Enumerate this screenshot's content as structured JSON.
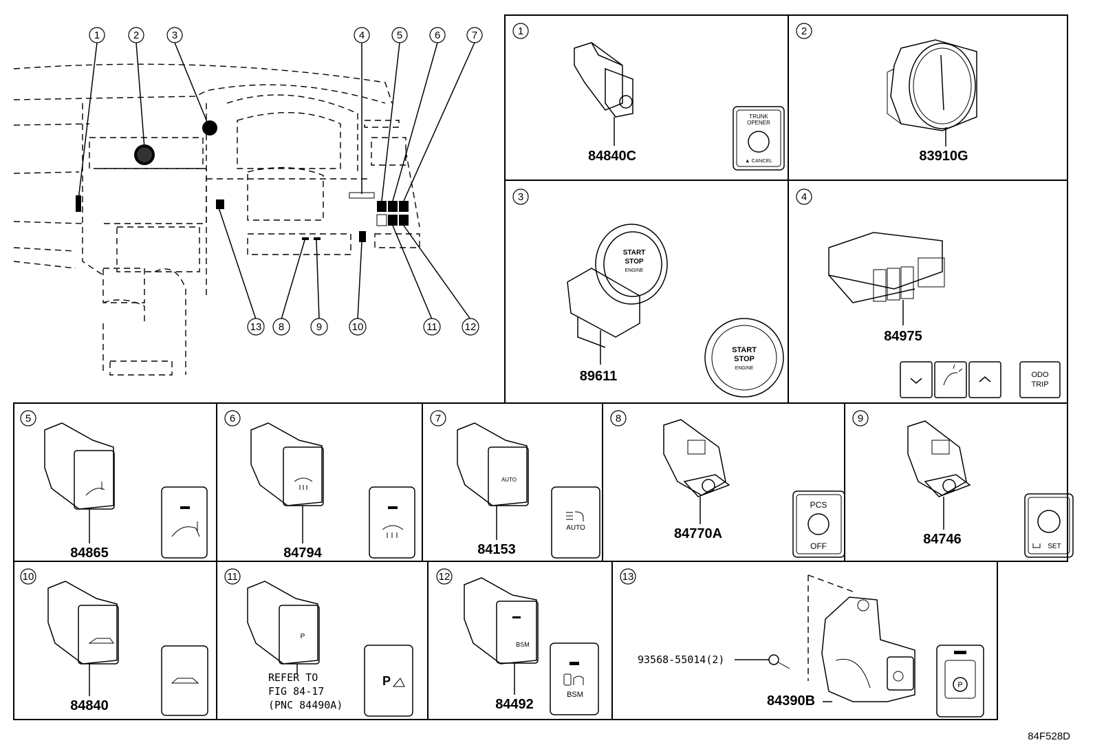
{
  "overview": {
    "callouts": [
      "1",
      "2",
      "3",
      "4",
      "5",
      "6",
      "7",
      "8",
      "9",
      "10",
      "11",
      "12",
      "13"
    ]
  },
  "panels": [
    {
      "num": "1",
      "part": "84840C",
      "icon_lines": [
        "TRUNK",
        "OPENER",
        "▲ CANCEL"
      ]
    },
    {
      "num": "2",
      "part": "83910G"
    },
    {
      "num": "3",
      "part": "89611",
      "button_lines": [
        "START",
        "STOP",
        "ENGINE"
      ]
    },
    {
      "num": "4",
      "part": "84975",
      "icon_text": [
        "ODO",
        "TRIP"
      ]
    },
    {
      "num": "5",
      "part": "84865"
    },
    {
      "num": "6",
      "part": "84794"
    },
    {
      "num": "7",
      "part": "84153",
      "icon_text": "AUTO"
    },
    {
      "num": "8",
      "part": "84770A",
      "icon_lines": [
        "PCS",
        "OFF"
      ]
    },
    {
      "num": "9",
      "part": "84746",
      "icon_text": "SET"
    },
    {
      "num": "10",
      "part": "84840"
    },
    {
      "num": "11",
      "part_lines": [
        "REFER TO",
        "FIG 84-17",
        "(PNC 84490A)"
      ],
      "icon_text": "P"
    },
    {
      "num": "12",
      "part": "84492",
      "icon_text": "BSM"
    },
    {
      "num": "13",
      "part": "84390B",
      "bolt": "93568-55014(2)"
    }
  ],
  "figure_id": "84F528D"
}
